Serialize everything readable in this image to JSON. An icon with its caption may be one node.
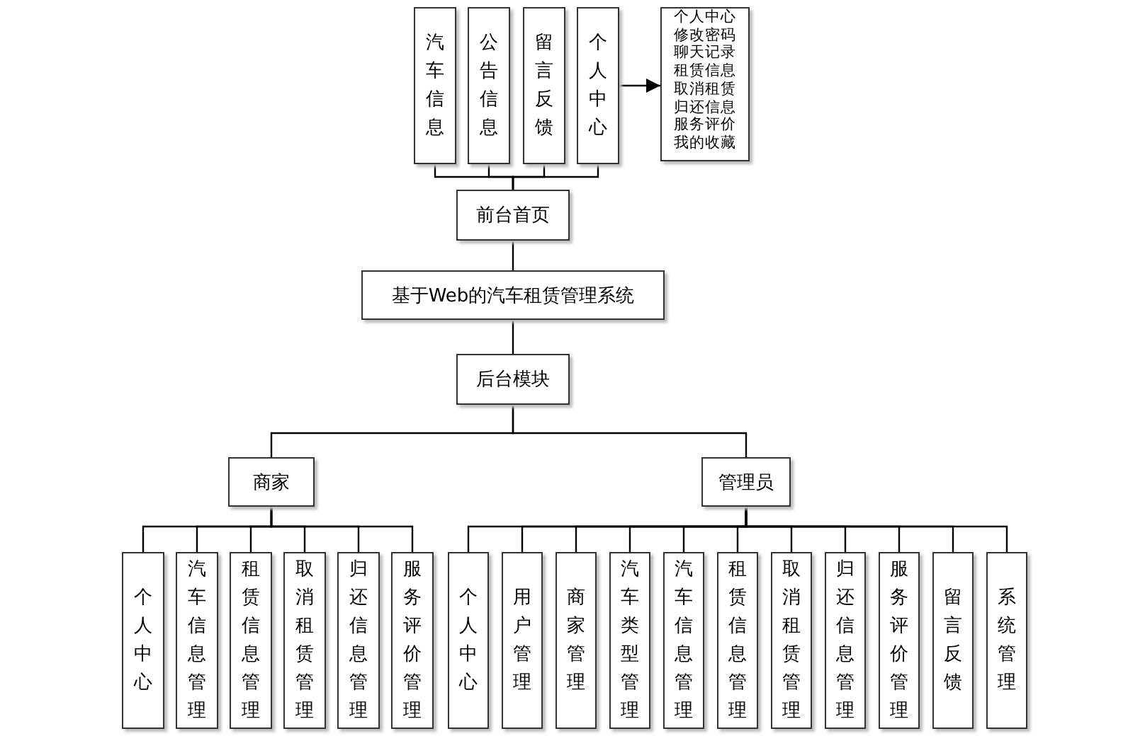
{
  "diagram": {
    "nodes": [
      {
        "text": [
          "汽车信息"
        ]
      },
      {
        "text": [
          "公告信息"
        ]
      },
      {
        "text": [
          "留言反馈"
        ]
      },
      {
        "text": [
          "个人中心"
        ]
      },
      {
        "text": [
          "个人中心",
          "修改密码",
          "聊天记录",
          "租赁信息",
          "取消租赁",
          "归还信息",
          "服务评价",
          "我的收藏"
        ]
      },
      {
        "text": [
          "前台首页"
        ]
      },
      {
        "text": [
          "基于Web的汽车租赁管理系统"
        ]
      },
      {
        "text": [
          "后台模块"
        ]
      },
      {
        "text": [
          "商家"
        ]
      },
      {
        "text": [
          "管理员"
        ]
      },
      {
        "text": [
          "个人中心"
        ]
      },
      {
        "text": [
          "汽车信息管理"
        ]
      },
      {
        "text": [
          "租赁信息管理"
        ]
      },
      {
        "text": [
          "取消租赁管理"
        ]
      },
      {
        "text": [
          "归还信息管理"
        ]
      },
      {
        "text": [
          "服务评价管理"
        ]
      },
      {
        "text": [
          "个人中心"
        ]
      },
      {
        "text": [
          "用户管理"
        ]
      },
      {
        "text": [
          "商家管理"
        ]
      },
      {
        "text": [
          "汽车类型管理"
        ]
      },
      {
        "text": [
          "汽车信息管理"
        ]
      },
      {
        "text": [
          "租赁信息管理"
        ]
      },
      {
        "text": [
          "取消租赁管理"
        ]
      },
      {
        "text": [
          "归还信息管理"
        ]
      },
      {
        "text": [
          "服务评价管理"
        ]
      },
      {
        "text": [
          "留言反馈"
        ]
      },
      {
        "text": [
          "系统管理"
        ]
      }
    ],
    "edges": [
      {
        "from": 0,
        "to": 5,
        "arrow": "none"
      },
      {
        "from": 1,
        "to": 5,
        "arrow": "none"
      },
      {
        "from": 2,
        "to": 5,
        "arrow": "none"
      },
      {
        "from": 3,
        "to": 5,
        "arrow": "none"
      },
      {
        "from": 3,
        "to": 4,
        "arrow": "to"
      },
      {
        "from": 5,
        "to": 6,
        "arrow": "none"
      },
      {
        "from": 6,
        "to": 7,
        "arrow": "none"
      },
      {
        "from": 7,
        "to": 8,
        "arrow": "none"
      },
      {
        "from": 7,
        "to": 9,
        "arrow": "none"
      },
      {
        "from": 8,
        "to": 10,
        "arrow": "none"
      },
      {
        "from": 8,
        "to": 11,
        "arrow": "none"
      },
      {
        "from": 8,
        "to": 12,
        "arrow": "none"
      },
      {
        "from": 8,
        "to": 13,
        "arrow": "none"
      },
      {
        "from": 8,
        "to": 14,
        "arrow": "none"
      },
      {
        "from": 8,
        "to": 15,
        "arrow": "none"
      },
      {
        "from": 9,
        "to": 16,
        "arrow": "none"
      },
      {
        "from": 9,
        "to": 17,
        "arrow": "none"
      },
      {
        "from": 9,
        "to": 18,
        "arrow": "none"
      },
      {
        "from": 9,
        "to": 19,
        "arrow": "none"
      },
      {
        "from": 9,
        "to": 20,
        "arrow": "none"
      },
      {
        "from": 9,
        "to": 21,
        "arrow": "none"
      },
      {
        "from": 9,
        "to": 22,
        "arrow": "none"
      },
      {
        "from": 9,
        "to": 23,
        "arrow": "none"
      },
      {
        "from": 9,
        "to": 24,
        "arrow": "none"
      },
      {
        "from": 9,
        "to": 25,
        "arrow": "none"
      },
      {
        "from": 9,
        "to": 26,
        "arrow": "none"
      }
    ]
  }
}
